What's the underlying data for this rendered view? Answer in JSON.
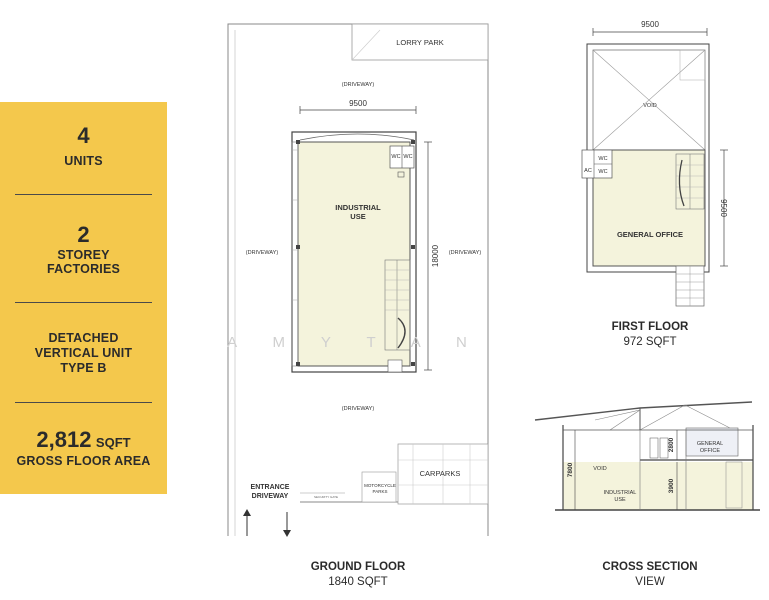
{
  "panel": {
    "units_value": "4",
    "units_label": "UNITS",
    "storey_value": "2",
    "storey_label1": "STOREY",
    "storey_label2": "FACTORIES",
    "type_label1": "DETACHED",
    "type_label2": "VERTICAL UNIT",
    "type_label3": "TYPE B",
    "gfa_value": "2,812",
    "gfa_unit": "SQFT",
    "gfa_label": "GROSS FLOOR AREA",
    "background": "#f4c84c"
  },
  "ground_floor": {
    "title": "GROUND FLOOR",
    "area": "1840 SQFT",
    "lorry_park": "LORRY PARK",
    "driveway_top": "(DRIVEWAY)",
    "driveway_left": "(DRIVEWAY)",
    "driveway_right": "(DRIVEWAY)",
    "driveway_bottom": "(DRIVEWAY)",
    "width_dim": "9500",
    "length_dim": "18000",
    "room1": "INDUSTRIAL",
    "room2": "USE",
    "wc1": "WC",
    "wc2": "WC",
    "carparks": "CARPARKS",
    "motorcycle1": "MOTORCYCLE",
    "motorcycle2": "PARKS",
    "entrance1": "ENTRANCE",
    "entrance2": "DRIVEWAY",
    "guard": "SECURITY GATE",
    "floor_fill": "#f4f3dc"
  },
  "first_floor": {
    "title": "FIRST FLOOR",
    "area": "972 SQFT",
    "width_dim": "9500",
    "height_dim": "9500",
    "void": "VOID",
    "wc1": "WC",
    "wc2": "WC",
    "ac": "AC",
    "office": "GENERAL OFFICE"
  },
  "cross_section": {
    "title": "CROSS SECTION",
    "subtitle": "VIEW",
    "office1": "GENERAL",
    "office2": "OFFICE",
    "void": "VOID",
    "industrial1": "INDUSTRIAL",
    "industrial2": "USE",
    "dim_total": "7800",
    "dim_upper": "2800",
    "dim_lower": "3900"
  },
  "watermark": "A M Y   T A N"
}
